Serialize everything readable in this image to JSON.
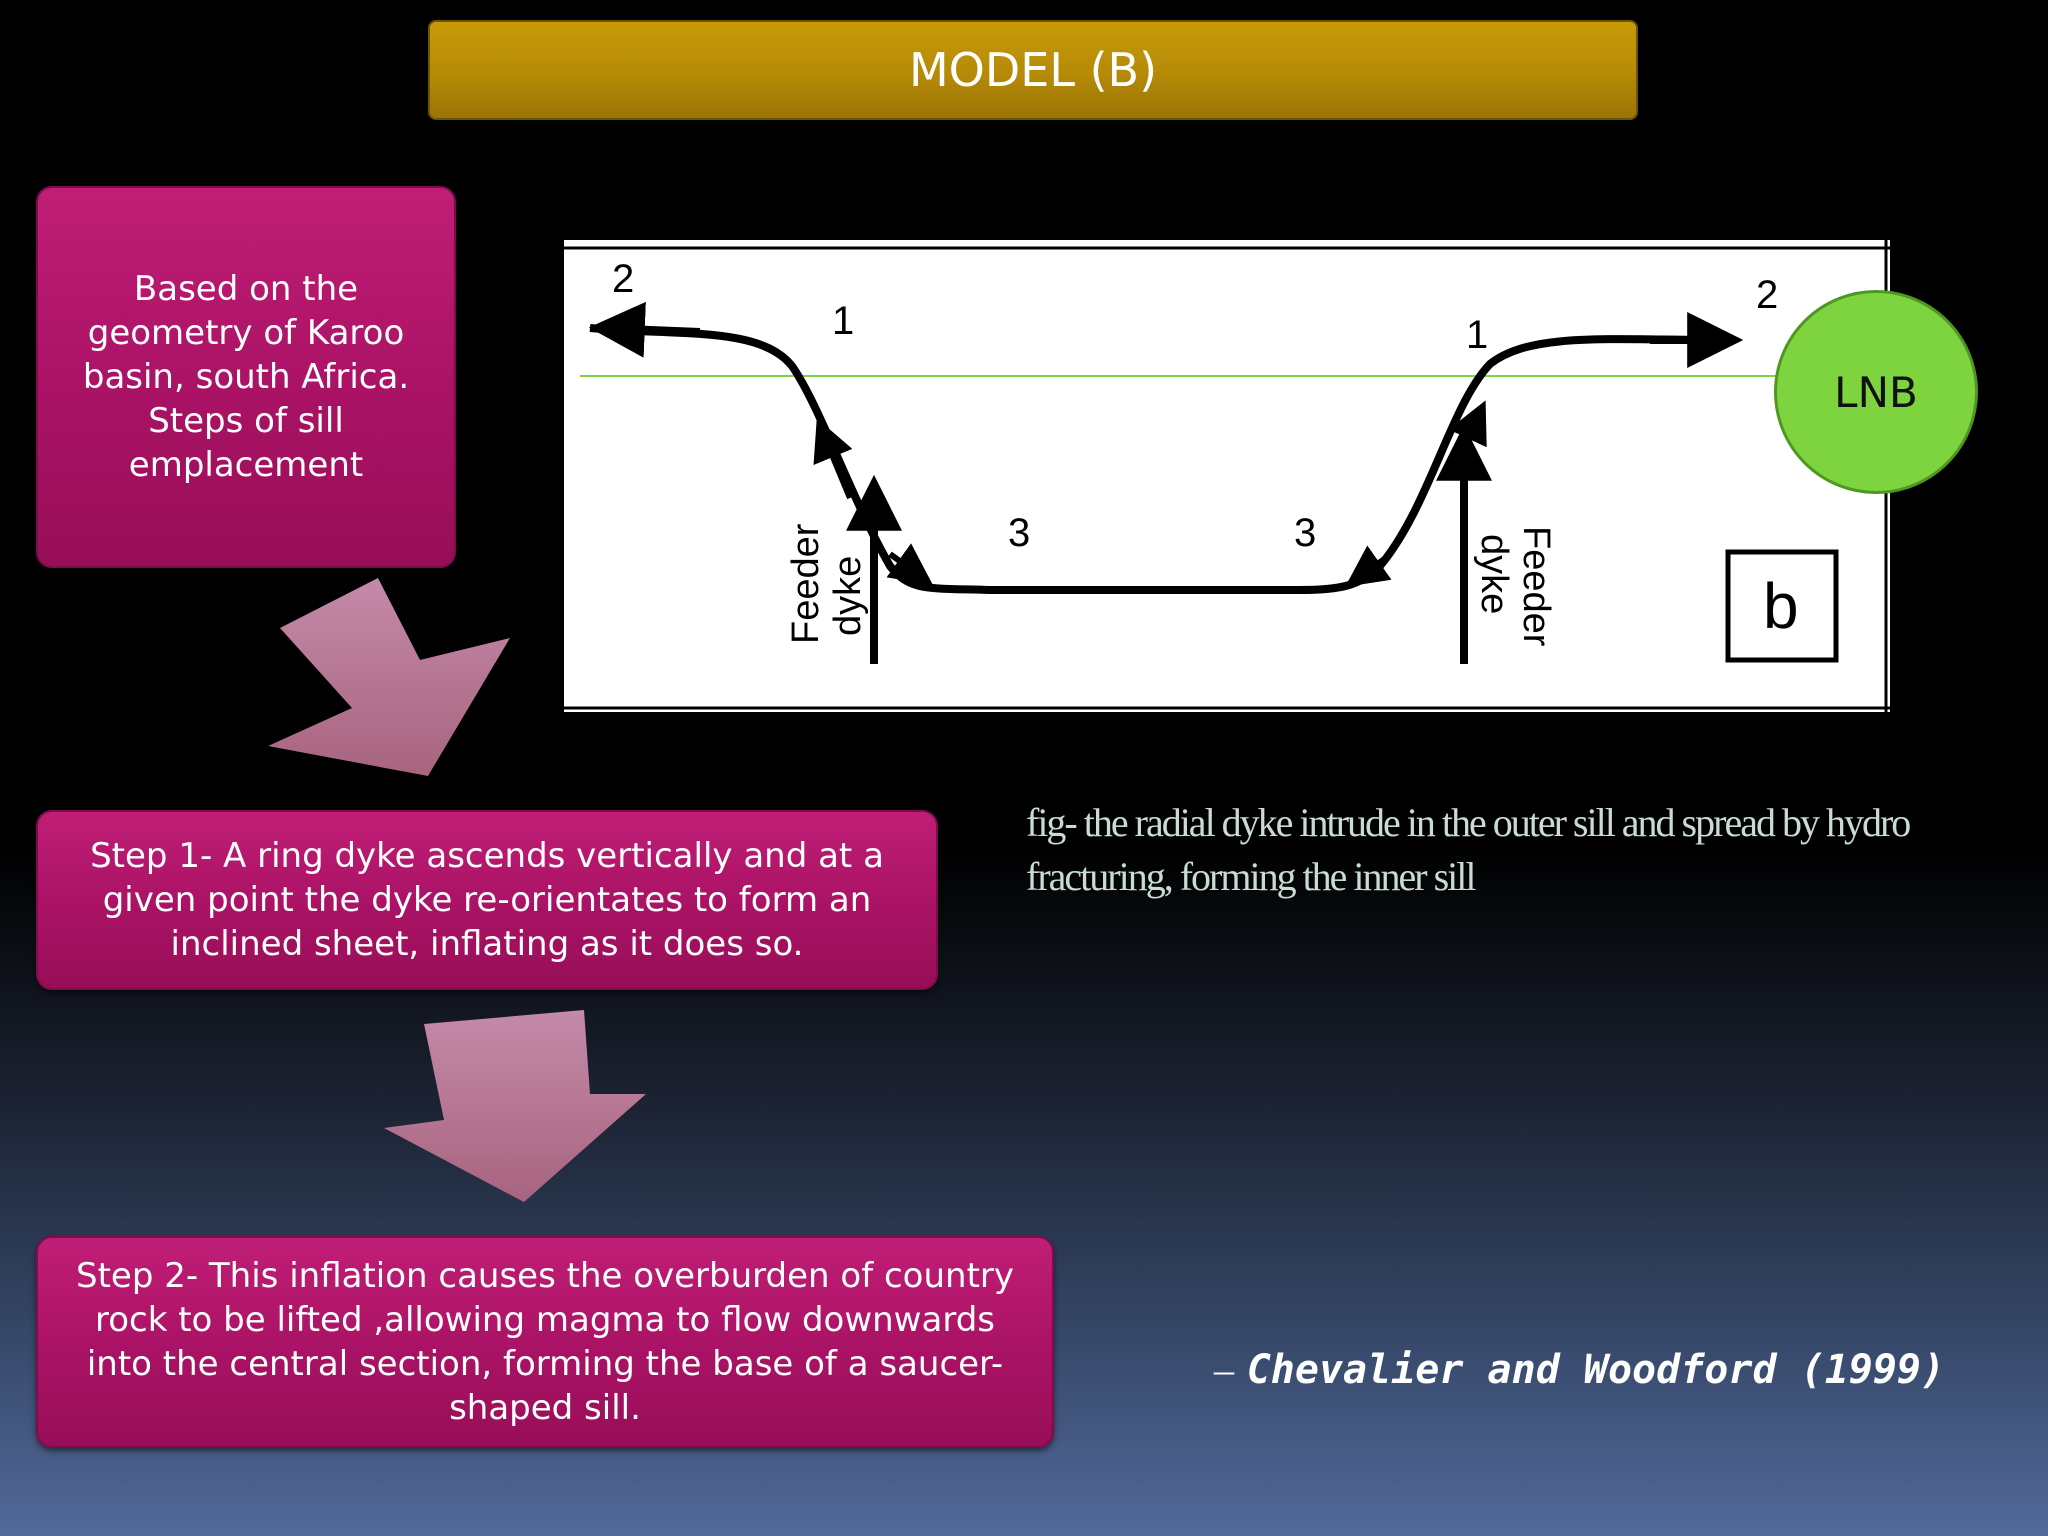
{
  "title": "MODEL (B)",
  "box_intro": "Based on the geometry of Karoo basin, south Africa. Steps of sill emplacement",
  "box_step1": "Step 1- A ring dyke ascends vertically and at a given point the dyke re-orientates to form an inclined sheet, inflating as it does so.",
  "box_step2": "Step 2- This inflation causes the overburden of country rock to be lifted ,allowing magma to flow downwards into the central section, forming the base of a saucer-shaped sill.",
  "figure": {
    "label_2_left": "2",
    "label_1_left": "1",
    "label_3_left": "3",
    "label_3_right": "3",
    "label_1_right": "1",
    "label_2_right": "2",
    "feeder_dyke_left": "Feeder dyke",
    "feeder_dyke_left_line1": "Feeder",
    "feeder_dyke_left_line2": "dyke",
    "feeder_dyke_right_line1": "Feeder",
    "feeder_dyke_right_line2": "dyke",
    "panel_label": "b"
  },
  "lnb_label": "LNB",
  "caption": "fig- the radial dyke intrude in the outer sill and spread by hydro fracturing, forming the inner sill",
  "citation_dash": "–",
  "citation": "Chevalier and Woodford (1999)",
  "colors": {
    "title_bar": "#b58a07",
    "box": "#ab1366",
    "arrow": "#b5769a",
    "lnb": "#7ed43f"
  }
}
